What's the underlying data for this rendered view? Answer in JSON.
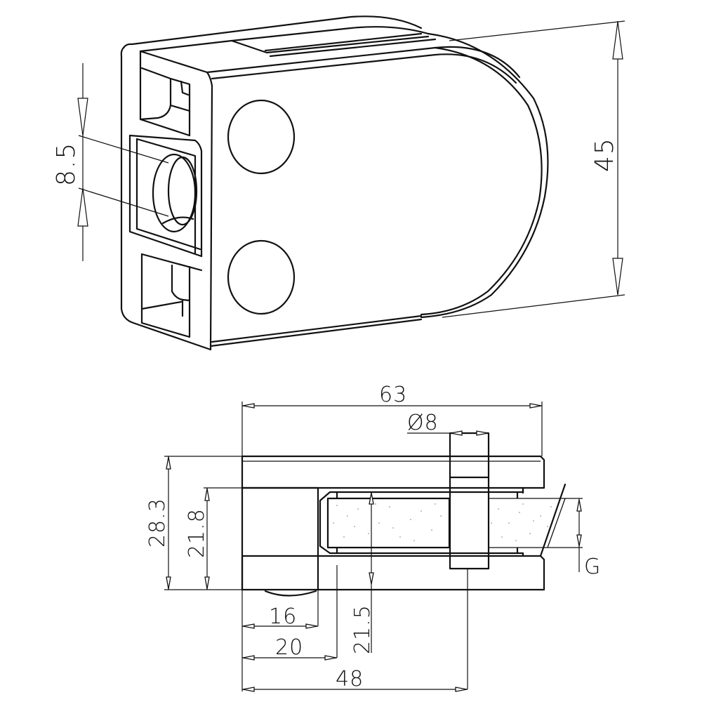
{
  "drawing": {
    "subject": "glass clamp technical drawing",
    "line_color": "#111111",
    "background": "#ffffff"
  },
  "isometric_view": {
    "dimensions": {
      "hole_height": "8.5",
      "overall_height": "45"
    }
  },
  "section_view": {
    "dimensions": {
      "overall_width": "63",
      "pin_diameter": "Ø8",
      "overall_height": "28.3",
      "inner_height": "21.8",
      "depth_16": "16",
      "depth_20": "20",
      "pin_offset": "21.5",
      "pin_center": "48",
      "glass_thickness": "G"
    }
  }
}
